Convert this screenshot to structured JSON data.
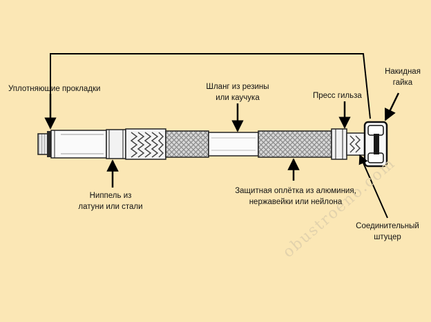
{
  "labels": {
    "gaskets": "Уплотняющие прокладки",
    "hose_line1": "Шланг из резины",
    "hose_line2": "или каучука",
    "press_sleeve": "Пресс гильза",
    "nut_line1": "Накидная",
    "nut_line2": "гайка",
    "nipple_line1": "Ниппель из",
    "nipple_line2": "латуни или стали",
    "braid_line1": "Защитная оплётка из алюминия,",
    "braid_line2": "нержавейки или нейлона",
    "fitting_line1": "Соединительный",
    "fitting_line2": "штуцер"
  },
  "watermark": "obustroeno.com",
  "colors": {
    "background": "#fbe7b5",
    "ink": "#111111",
    "braid": "#cfcfcf"
  }
}
